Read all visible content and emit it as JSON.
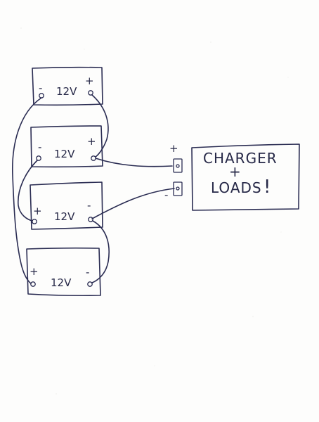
{
  "batteries": [
    {
      "label": "12V",
      "left_sign": "-",
      "right_sign": "+"
    },
    {
      "label": "12V",
      "left_sign": "-",
      "right_sign": "+"
    },
    {
      "label": "12V",
      "left_sign": "+",
      "right_sign": "-"
    },
    {
      "label": "12V",
      "left_sign": "+",
      "right_sign": "-"
    }
  ],
  "connector": {
    "plus_sign": "+",
    "minus_sign": "-"
  },
  "box": {
    "line1": "CHARGER",
    "line2": "+",
    "line3": "LOADS",
    "mark": "!"
  }
}
